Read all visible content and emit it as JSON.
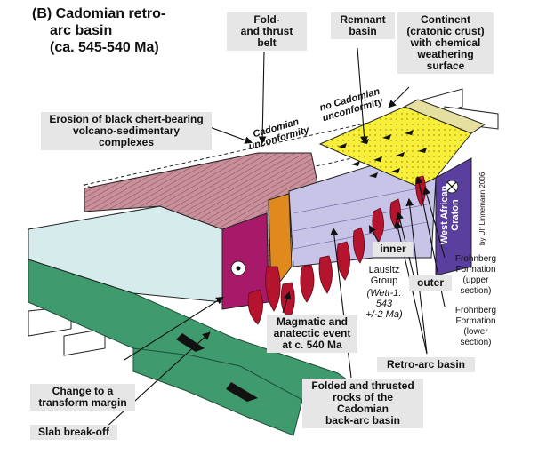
{
  "figure": {
    "title_line1": "(B) Cadomian retro-",
    "title_line2": "arc basin",
    "title_line3": "(ca. 545-540 Ma)",
    "copyright": "by Ulf Linnemann 2006"
  },
  "labels": {
    "fold_thrust_belt": "Fold-\nand thrust belt",
    "remnant_basin": "Remnant\nbasin",
    "continent": "Continent\n(cratonic crust)\nwith chemical\nweathering\nsurface",
    "cadomian_unconformity": "Cadomian\nunconformity",
    "no_cadomian_unconformity": "no Cadomian\nunconformity",
    "erosion": "Erosion of  black chert-bearing\nvolcano-sedimentary complexes",
    "west_african_craton": "West African\nCraton",
    "inner": "inner",
    "outer": "outer",
    "lausitz_group": "Lausitz\nGroup",
    "lausitz_age": "(Wett-1:\n543\n+/-2 Ma)",
    "frohnberg_upper": "Frohnberg\nFormation\n(upper\nsection)",
    "frohnberg_lower": "Frohnberg\nFormation\n(lower\nsection)",
    "magmatic_event": "Magmatic and\nanatectic event\nat c. 540 Ma",
    "retro_arc_basin": "Retro-arc basin",
    "transform_margin": "Change to a\ntransform margin",
    "slab_breakoff": "Slab break-off",
    "folded_thrusted": "Folded and thrusted\nrocks of the\nCadomian\nback-arc basin"
  },
  "colors": {
    "continent_yellow": "#f7ef3a",
    "craton_blue": "#5a3f9e",
    "oceanic_green": "#3f9a6e",
    "fold_pink": "#c98f9a",
    "magenta": "#a8196a",
    "crimson_plutons": "#b5142f",
    "basin_lavender": "#c7c4e8",
    "orange_layer": "#e08a1e",
    "label_bg": "#e6e6e6"
  }
}
